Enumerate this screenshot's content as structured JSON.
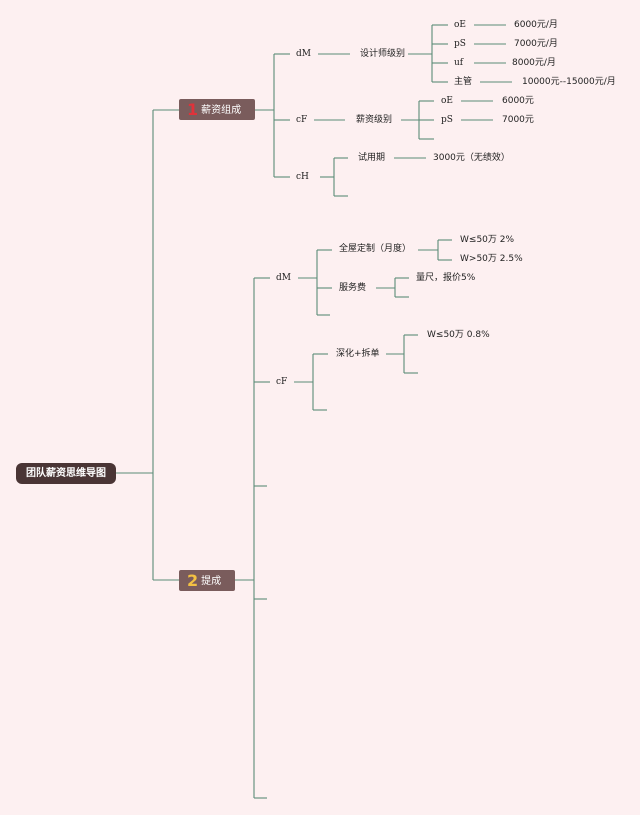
{
  "root": {
    "label": "团队薪资思维导图"
  },
  "colors": {
    "line": "#5c8c78",
    "background": "#fdf0f1",
    "root_bg": "#4a3535",
    "box_bg": "#7a5c5c",
    "num1": "#e0323a",
    "num2": "#f3c143"
  },
  "branch1": {
    "number": "1",
    "label": "薪资组成",
    "dM": {
      "code": "dM",
      "label": "设计师级别",
      "items": [
        {
          "code": "oE",
          "value": "6000元/月"
        },
        {
          "code": "pS",
          "value": "7000元/月"
        },
        {
          "code": "uf",
          "value": "8000元/月"
        },
        {
          "code": "主管",
          "value": "10000元--15000元/月"
        }
      ]
    },
    "cF": {
      "code": "cF",
      "label": "薪资级别",
      "items": [
        {
          "code": "oE",
          "value": "6000元"
        },
        {
          "code": "pS",
          "value": "7000元"
        }
      ]
    },
    "cH": {
      "code": "cH",
      "label": "试用期",
      "value": "3000元（无绩效）"
    }
  },
  "branch2": {
    "number": "2",
    "label": "提成",
    "dM": {
      "code": "dM",
      "node1": {
        "label": "全屋定制（月度）",
        "items": [
          "W≤50万 2%",
          "W>50万 2.5%"
        ]
      },
      "node2": {
        "label": "服务费",
        "items": [
          "量尺，报价5%"
        ]
      }
    },
    "cF": {
      "code": "cF",
      "node1": {
        "label": "深化+拆单",
        "items": [
          "W≤50万 0.8%"
        ]
      }
    }
  }
}
